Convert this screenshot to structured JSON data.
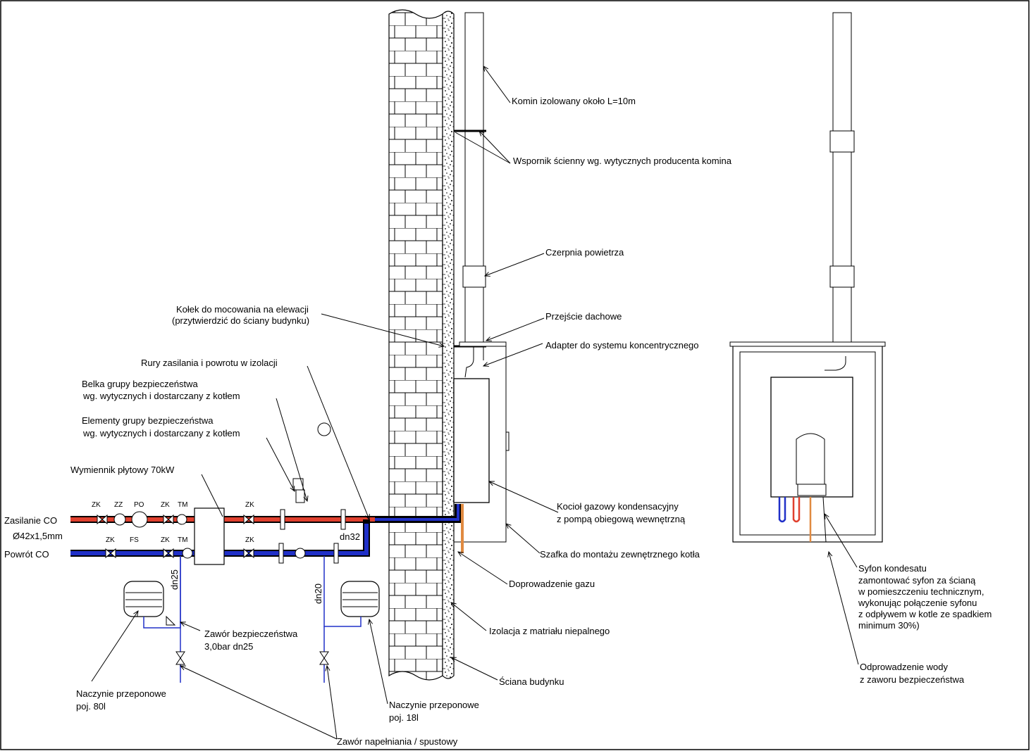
{
  "labels": {
    "komin": "Komin izolowany  około L=10m",
    "wspornik": "Wspornik ścienny wg. wytycznych producenta komina",
    "czerpnia": "Czerpnia powietrza",
    "kolek_1": "Kołek do mocowania na elewacji",
    "kolek_2": "(przytwierdzić do ściany budynku)",
    "przejscie": "Przejście dachowe",
    "adapter": "Adapter do systemu koncentrycznego",
    "rury": "Rury zasilania i powrotu w izolacji",
    "belka_1": "Belka grupy bezpieczeństwa",
    "belka_2": "wg. wytycznych i dostarczany z kotłem",
    "elementy_1": "Elementy grupy bezpieczeństwa",
    "elementy_2": "wg. wytycznych i dostarczany z kotłem",
    "wymiennik": "Wymiennik płytowy 70kW",
    "kociol_1": "Kocioł gazowy kondensacyjny",
    "kociol_2": "z pompą obiegową wewnętrzną",
    "szafka": "Szafka do montażu zewnętrznego kotła",
    "gaz": "Doprowadzenie gazu",
    "izolacja": "Izolacja z matriału niepalnego",
    "sciana": "Ściana budynku",
    "zasilanie": "Zasilanie CO",
    "srednica": "Ø42x1,5mm",
    "powrot": "Powrót CO",
    "dn32": "dn32",
    "dn25": "dn25",
    "dn20": "dn20",
    "zawor_bezp_1": "Zawór bezpieczeństwa",
    "zawor_bezp_2": "3,0bar dn25",
    "naczynie80_1": "Naczynie przeponowe",
    "naczynie80_2": "poj. 80l",
    "naczynie18_1": "Naczynie przeponowe",
    "naczynie18_2": "poj. 18l",
    "zawor_napel": "Zawór napełniania / spustowy",
    "syfon_1": "Syfon kondesatu",
    "syfon_2": "zamontować syfon za ścianą",
    "syfon_3": "w pomieszczeniu technicznym,",
    "syfon_4": "wykonując połączenie syfonu",
    "syfon_5": "z odpływem w kotle ze spadkiem",
    "syfon_6": "minimum 30%)",
    "odpr_1": "Odprowadzenie wody",
    "odpr_2": "z zaworu bezpieczeństwa"
  },
  "abbreviations": {
    "supply": [
      "ZK",
      "ZZ",
      "PO",
      "ZK",
      "TM",
      "ZK"
    ],
    "return": [
      "ZK",
      "FS",
      "ZK",
      "TM",
      "ZK"
    ]
  },
  "colors": {
    "supply_pipe": "#e0402e",
    "return_pipe": "#2030c8",
    "gas_pipe": "#e08a40",
    "line": "#000000"
  }
}
